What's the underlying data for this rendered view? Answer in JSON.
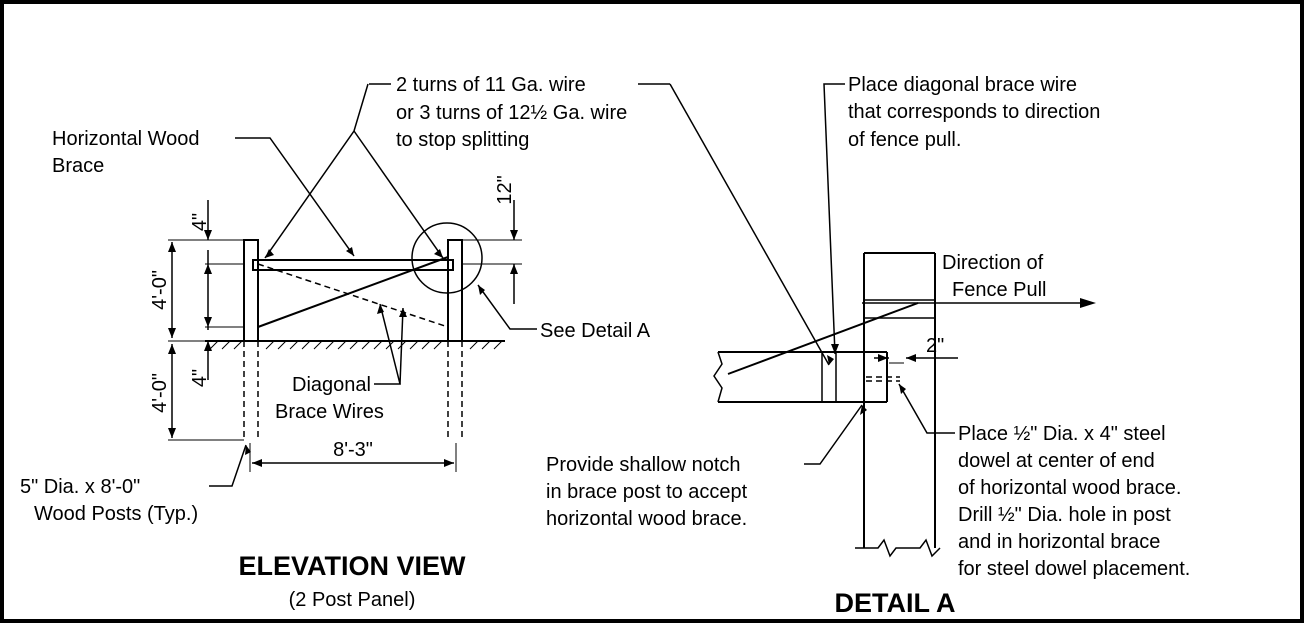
{
  "elevation": {
    "title": "ELEVATION VIEW",
    "subtitle": "(2 Post Panel)",
    "labels": {
      "wire_turns": [
        "2 turns of 11 Ga. wire",
        "or 3 turns of 12½ Ga. wire",
        "to stop splitting"
      ],
      "horizontal_brace": [
        "Horizontal Wood",
        "Brace"
      ],
      "diagonal_wires": [
        "Diagonal",
        "Brace Wires"
      ],
      "see_detail": "See Detail A",
      "posts": [
        "5\" Dia. x 8'-0\"",
        "Wood Posts (Typ.)"
      ]
    },
    "dimensions": {
      "top_4": "4\"",
      "panel_height": "4'-0\"",
      "bottom_4": "4\"",
      "embed_depth": "4'-0\"",
      "twelve": "12\"",
      "span": "8'-3\""
    }
  },
  "detail": {
    "title": "DETAIL A",
    "labels": {
      "diagonal_wire": [
        "Place diagonal brace wire",
        "that corresponds to direction",
        "of fence pull."
      ],
      "direction": [
        "Direction of",
        "Fence Pull"
      ],
      "two_inch": "2\"",
      "notch": [
        "Provide shallow notch",
        "in brace post to accept",
        "horizontal wood brace."
      ],
      "dowel": [
        "Place ½\" Dia. x 4\" steel",
        "dowel at center of end",
        "of horizontal wood brace.",
        "Drill ½\" Dia. hole in post",
        "and in horizontal brace",
        "for steel dowel placement."
      ]
    }
  }
}
